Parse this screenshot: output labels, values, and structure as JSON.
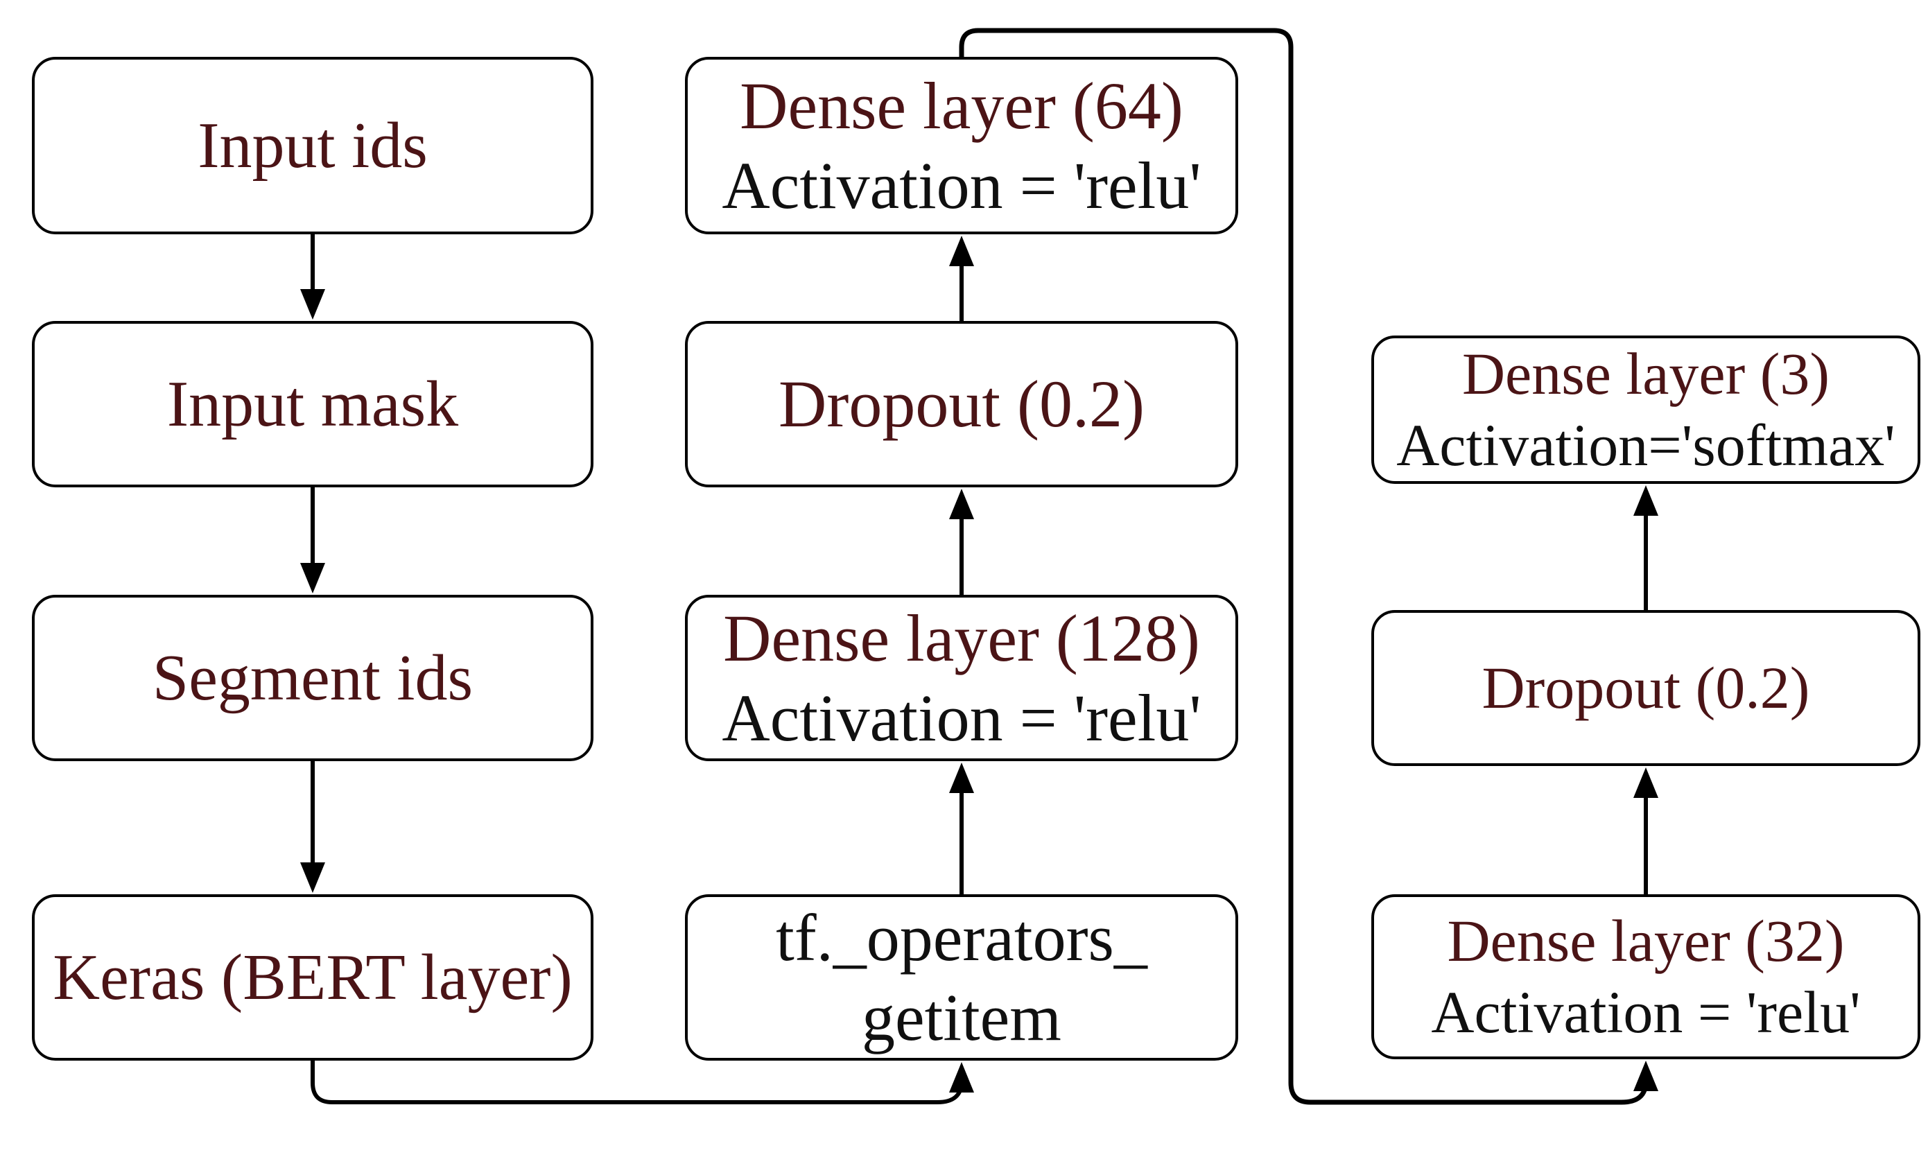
{
  "nodes": {
    "input_ids": {
      "label": "Input ids"
    },
    "input_mask": {
      "label": "Input mask"
    },
    "segment_ids": {
      "label": "Segment ids"
    },
    "keras_bert": {
      "label": "Keras (BERT layer)"
    },
    "dense_64": {
      "label": "Dense layer (64)",
      "sublabel": "Activation = 'relu'"
    },
    "dropout_mid": {
      "label": "Dropout (0.2)"
    },
    "dense_128": {
      "label": "Dense layer (128)",
      "sublabel": "Activation = 'relu'"
    },
    "tf_getitem": {
      "label": "tf._operators_",
      "sublabel": "getitem"
    },
    "dense_3": {
      "label": "Dense layer (3)",
      "sublabel": "Activation='softmax'"
    },
    "dropout_right": {
      "label": "Dropout (0.2)"
    },
    "dense_32": {
      "label": "Dense layer (32)",
      "sublabel": "Activation = 'relu'"
    }
  },
  "edges": [
    {
      "from": "input_ids",
      "to": "input_mask"
    },
    {
      "from": "input_mask",
      "to": "segment_ids"
    },
    {
      "from": "segment_ids",
      "to": "keras_bert"
    },
    {
      "from": "keras_bert",
      "to": "tf_getitem"
    },
    {
      "from": "tf_getitem",
      "to": "dense_128"
    },
    {
      "from": "dense_128",
      "to": "dropout_mid"
    },
    {
      "from": "dropout_mid",
      "to": "dense_64"
    },
    {
      "from": "dense_64",
      "to": "dense_32"
    },
    {
      "from": "dense_32",
      "to": "dropout_right"
    },
    {
      "from": "dropout_right",
      "to": "dense_3"
    }
  ],
  "colors": {
    "accent_text": "#4b1416",
    "body_text": "#101010",
    "line": "#000000",
    "node_border": "#000000",
    "background": "#ffffff"
  }
}
